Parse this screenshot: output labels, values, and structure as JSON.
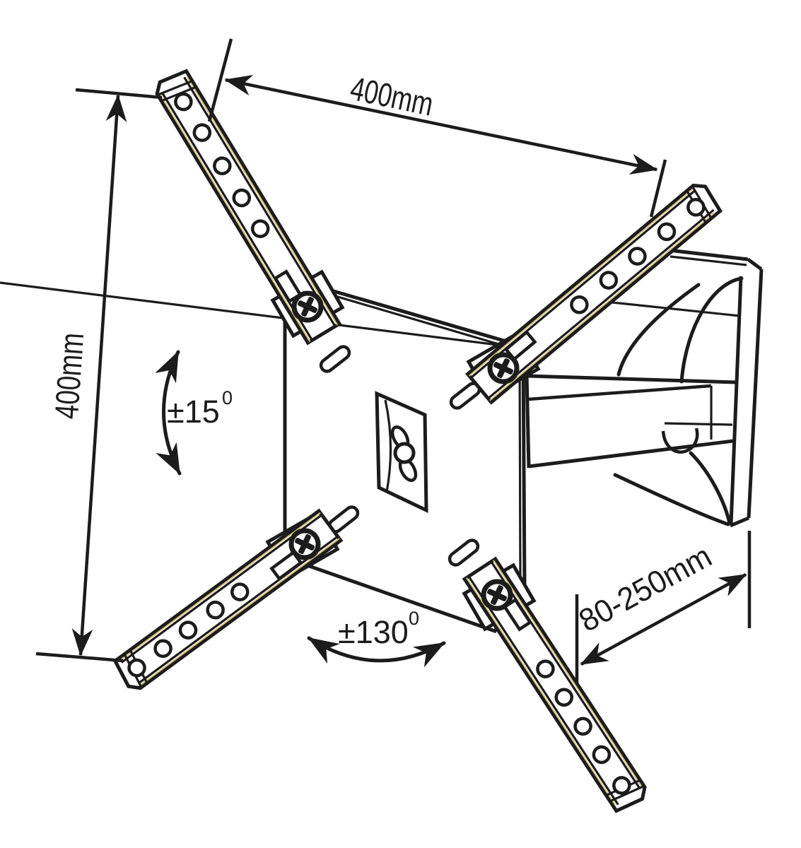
{
  "diagram": {
    "subject": "articulating-tv-wall-mount-line-drawing",
    "labels": {
      "width": {
        "text": "400mm"
      },
      "height": {
        "text": "400mm"
      },
      "tilt": {
        "text": "±15",
        "sup": "0"
      },
      "swivel": {
        "text": "±130",
        "sup": "0"
      },
      "extension": {
        "text": "80-250mm"
      }
    },
    "colors": {
      "ink": "#1c1c1c",
      "background": "#ffffff",
      "brass": "#d2c47c"
    }
  }
}
